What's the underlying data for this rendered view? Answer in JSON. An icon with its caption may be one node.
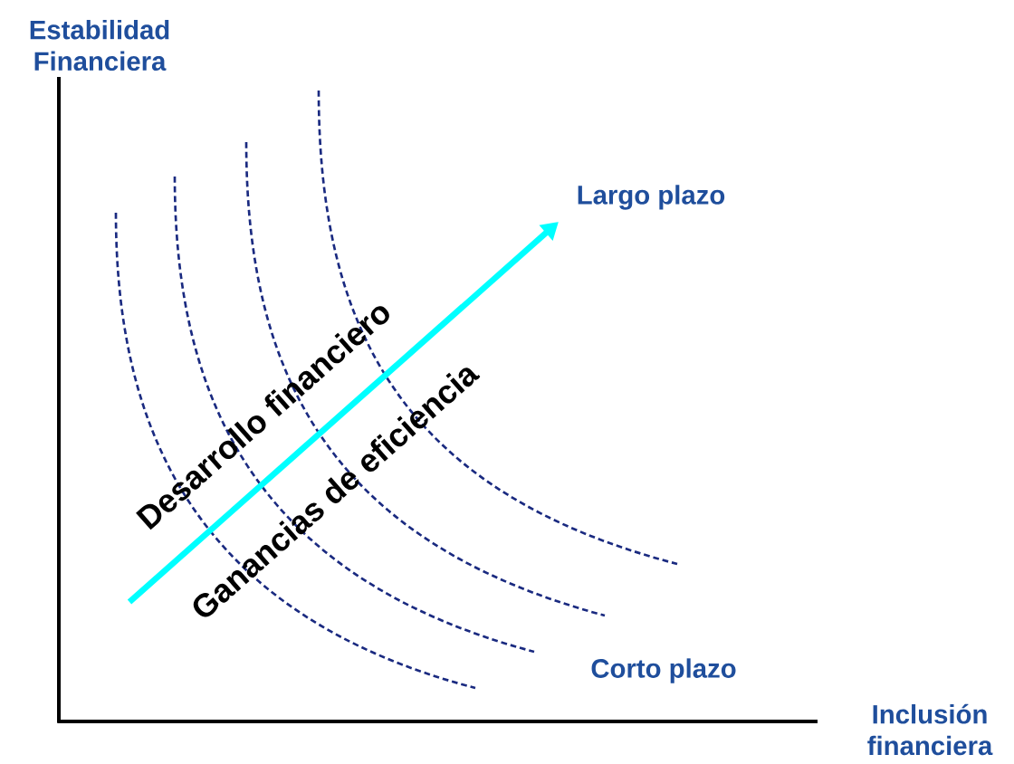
{
  "diagram": {
    "labels": [
      "Estabilidad Financiera",
      "Largo plazo",
      "Desarrollo financiero",
      "Ganancias de eficiencia",
      "Corto plazo",
      "Inclusión financiera"
    ]
  }
}
